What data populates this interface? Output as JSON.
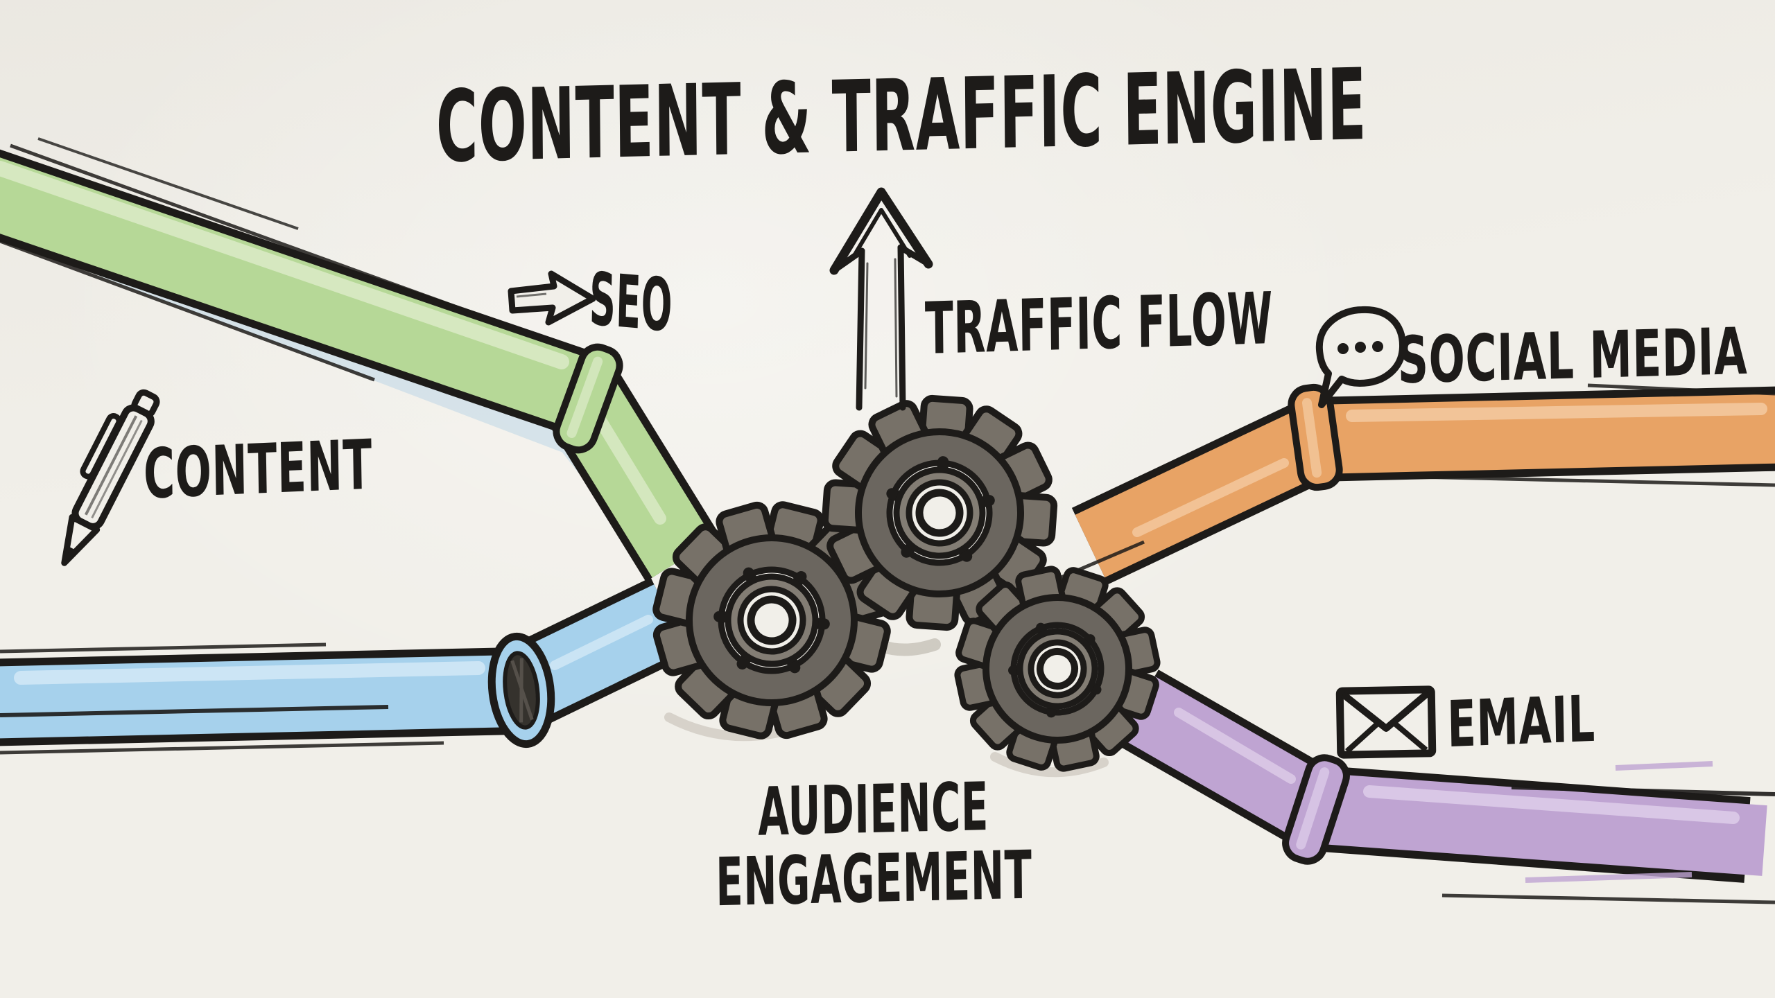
{
  "title": "CONTENT & TRAFFIC ENGINE",
  "labels": {
    "seo": "SEO",
    "content": "CONTENT",
    "traffic_flow": "TRAFFIC FLOW",
    "social_media": "SOCIAL MEDIA",
    "email": "EMAIL",
    "audience_line1": "AUDIENCE",
    "audience_line2": "ENGAGEMENT"
  },
  "icons": {
    "seo": "arrow-right-icon",
    "content": "pen-icon",
    "traffic_flow": "arrow-up-icon",
    "social_media": "speech-bubble-icon",
    "email": "envelope-icon",
    "engine": "gears-icon"
  },
  "inputs": [
    {
      "id": "seo",
      "label": "SEO",
      "position": "top-left",
      "pipe_color": "#b6d897"
    },
    {
      "id": "content",
      "label": "CONTENT",
      "position": "bottom-left",
      "pipe_color": "#a6d1ec"
    },
    {
      "id": "social_media",
      "label": "SOCIAL MEDIA",
      "position": "top-right",
      "pipe_color": "#e8a365"
    },
    {
      "id": "email",
      "label": "EMAIL",
      "position": "bottom-right",
      "pipe_color": "#bfa4d2"
    }
  ],
  "output": {
    "label": "TRAFFIC FLOW",
    "direction": "up"
  },
  "engine": {
    "gear_count": 3,
    "center_label": "AUDIENCE ENGAGEMENT"
  },
  "colors": {
    "paper": "#f1efe9",
    "ink": "#1d1b19",
    "seo_pipe": "#b6d897",
    "seo_pipe_light": "#d9eac4",
    "content_pipe": "#a6d1ec",
    "content_pipe_light": "#d0e7f6",
    "social_pipe": "#e8a365",
    "social_pipe_light": "#f3c89d",
    "email_pipe": "#bfa4d2",
    "email_pipe_light": "#dccbe8",
    "gear_grey": "#6b665f",
    "gear_tooth": "#777168",
    "gear_hub_ring": "#837d74",
    "pencil_shadow": "#a59e93",
    "shade_blue": "#b8d4e6"
  }
}
